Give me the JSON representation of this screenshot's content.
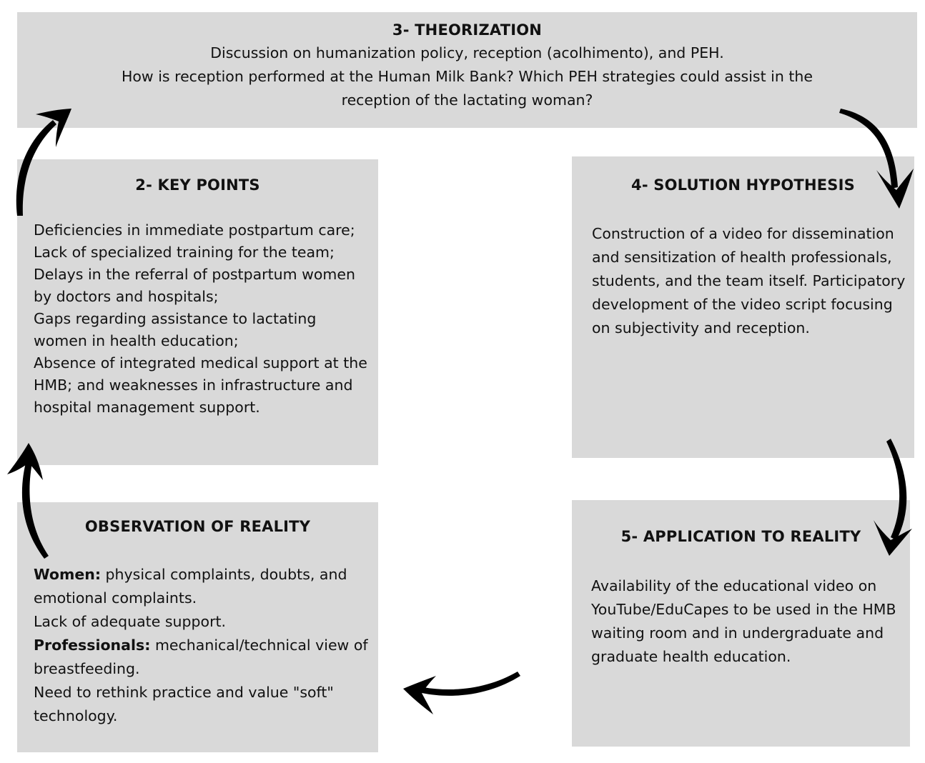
{
  "theorization": {
    "title": "3- THEORIZATION",
    "lines": [
      "Discussion on humanization policy, reception (acolhimento), and PEH.",
      "How is reception performed at the Human Milk Bank? Which PEH strategies could assist in the reception of the lactating woman?"
    ]
  },
  "key_points": {
    "title": "2- KEY POINTS",
    "lines": [
      "Deficiencies in immediate postpartum care;",
      "Lack of specialized training for the team;",
      "Delays in the referral of postpartum women by doctors and hospitals;",
      "Gaps regarding assistance to lactating women in health education;",
      "Absence of integrated medical support at the HMB; and weaknesses in infrastructure and hospital management support."
    ]
  },
  "solution_hypothesis": {
    "title": "4- SOLUTION HYPOTHESIS",
    "text": "Construction of a video for dissemination and sensitization of health professionals, students, and the team itself. Participatory development of the video script focusing on subjectivity and reception."
  },
  "observation": {
    "title": "OBSERVATION OF REALITY",
    "women_label": "Women:",
    "women_text": " physical complaints, doubts, and emotional complaints.",
    "support_text": "Lack of adequate support.",
    "professionals_label": "Professionals:",
    "professionals_text": " mechanical/technical view of breastfeeding.",
    "rethink_text": "Need to rethink practice and value \"soft\" technology."
  },
  "application": {
    "title": "5- APPLICATION TO REALITY",
    "text": "Availability of the educational video on YouTube/EduCapes to be used in the HMB waiting room and in undergraduate and graduate health education."
  }
}
